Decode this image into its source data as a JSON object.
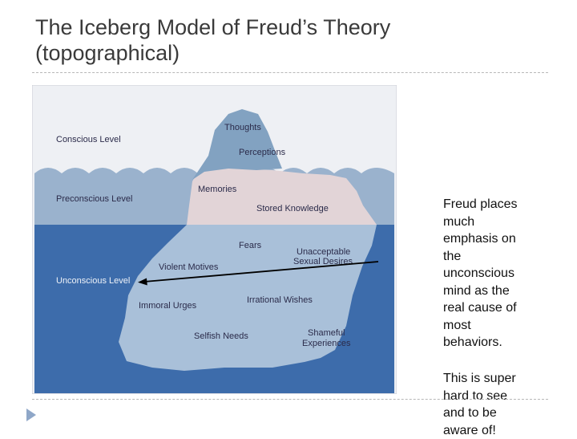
{
  "slide": {
    "title_lines": [
      "The Iceberg Model of Freud’s Theory",
      "(topographical)"
    ]
  },
  "diagram": {
    "levels": {
      "conscious": "Conscious Level",
      "preconscious": "Preconscious Level",
      "unconscious": "Unconscious Level"
    },
    "tip_labels": [
      "Thoughts",
      "Perceptions"
    ],
    "preconscious_labels": [
      "Memories",
      "Stored Knowledge"
    ],
    "unconscious_labels": {
      "fears": "Fears",
      "unacceptable": [
        "Unacceptable",
        "Sexual Desires"
      ],
      "violent": "Violent Motives",
      "immoral": "Immoral Urges",
      "irrational": "Irrational Wishes",
      "selfish": "Selfish Needs",
      "shameful": [
        "Shameful",
        "Experiences"
      ]
    }
  },
  "side_note": {
    "paragraph1": [
      "Freud places",
      "much",
      "emphasis on",
      "the",
      "unconscious",
      "mind as the",
      "real cause of",
      "most",
      "behaviors."
    ],
    "paragraph2": [
      "This is super",
      "hard to see",
      "and to be",
      "aware of!"
    ]
  },
  "colors": {
    "sky": "#eef0f4",
    "upper_water": "#9ab2cd",
    "deep_water": "#3d6cab",
    "ice_tip": "#82a2c1",
    "ice_preconscious": "#e2d4d7",
    "ice_submerged": "#a9c0d9",
    "bullet": "#8fa7c8"
  }
}
